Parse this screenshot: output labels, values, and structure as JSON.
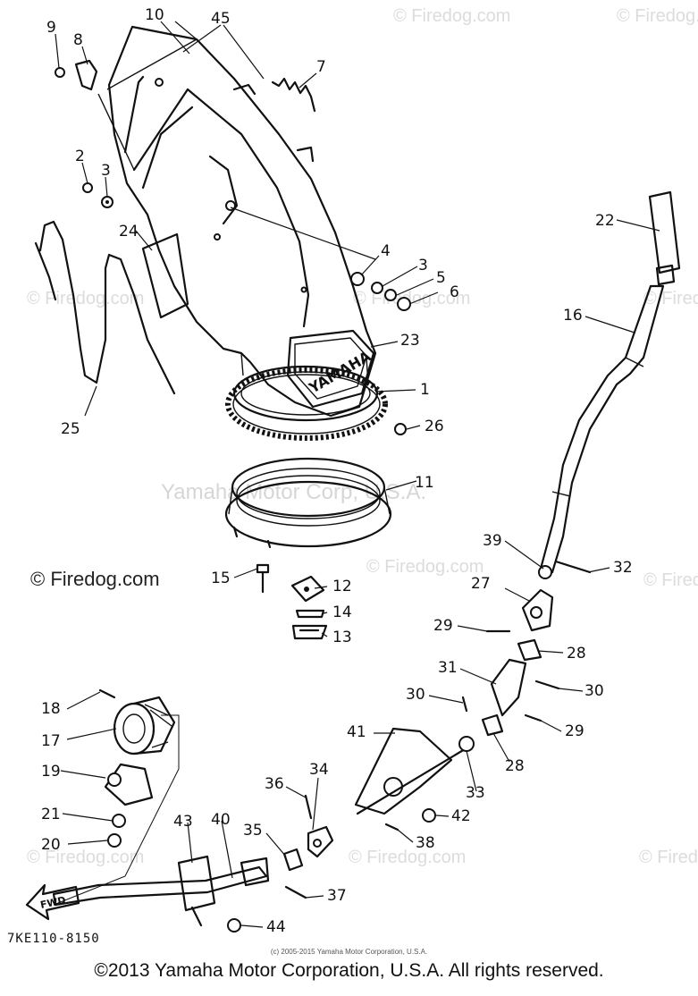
{
  "watermarks": {
    "site": "© Firedog.com",
    "site_short": "Firedog.com",
    "owner": "Yamaha Motor Corp, U.S.A."
  },
  "decal_text": "YAMAHA",
  "diagram_code": "7KE110-8150",
  "small_copyright": "(c) 2005-2015 Yamaha Motor Corporation, U.S.A.",
  "footer": "©2013 Yamaha Motor Corporation, U.S.A. All rights reserved.",
  "labels": {
    "p1": "1",
    "p2": "2",
    "p3a": "3",
    "p3b": "3",
    "p4": "4",
    "p5": "5",
    "p6": "6",
    "p7": "7",
    "p8": "8",
    "p9": "9",
    "p10": "10",
    "p11": "11",
    "p12": "12",
    "p13": "13",
    "p14": "14",
    "p15": "15",
    "p16": "16",
    "p17": "17",
    "p18": "18",
    "p19": "19",
    "p20": "20",
    "p21": "21",
    "p22": "22",
    "p23": "23",
    "p24": "24",
    "p25": "25",
    "p26": "26",
    "p27": "27",
    "p28a": "28",
    "p28b": "28",
    "p29a": "29",
    "p29b": "29",
    "p30a": "30",
    "p30b": "30",
    "p31": "31",
    "p32": "32",
    "p33": "33",
    "p34": "34",
    "p35": "35",
    "p36": "36",
    "p37": "37",
    "p38": "38",
    "p39": "39",
    "p40": "40",
    "p41": "41",
    "p42": "42",
    "p43": "43",
    "p44": "44",
    "p45": "45",
    "fwd": "FWD"
  }
}
